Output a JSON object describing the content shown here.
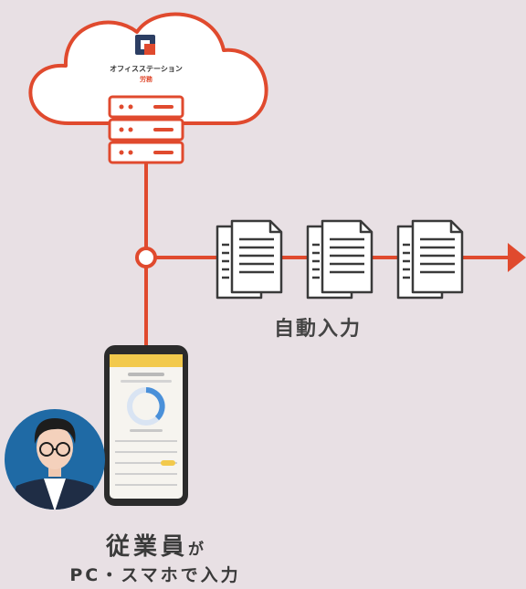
{
  "colors": {
    "background": "#e8e0e4",
    "accent": "#e04a2e",
    "ink": "#3a3a3a"
  },
  "cloud": {
    "brand_name": "オフィスステーション",
    "brand_sub": "労務",
    "logo_icon": "office-station-logo",
    "server_icon": "server-rack-icon"
  },
  "flow": {
    "document_icon": "document-stack-icon",
    "document_count": 3,
    "arrow_icon": "arrow-right-icon",
    "label": "自動入力"
  },
  "employee": {
    "avatar_icon": "person-with-glasses-avatar",
    "device_icon": "smartphone-app-icon",
    "title_main": "従業員",
    "title_particle": "が",
    "subtitle": "PC・スマホで入力"
  }
}
